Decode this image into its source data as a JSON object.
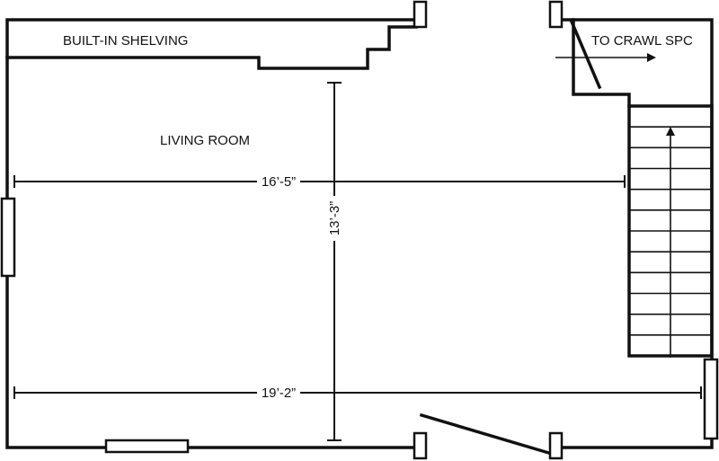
{
  "labels": {
    "built_in_shelving": "BUILT-IN SHELVING",
    "to_crawl_space": "TO CRAWL SPC",
    "living_room": "LIVING ROOM"
  },
  "dimensions": {
    "width_upper": "16’-5”",
    "width_lower": "19’-2”",
    "depth": "13’-3”"
  },
  "stairs": {
    "treads": 11,
    "direction": "up"
  },
  "colors": {
    "line": "#111111",
    "background": "#ffffff"
  }
}
